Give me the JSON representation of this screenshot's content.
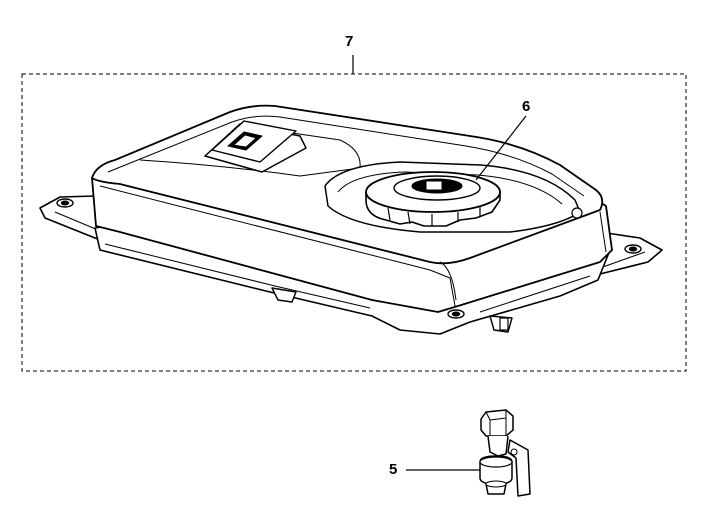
{
  "diagram": {
    "callouts": [
      {
        "id": "7",
        "label": "7"
      },
      {
        "id": "6",
        "label": "6"
      },
      {
        "id": "5",
        "label": "5"
      }
    ],
    "colors": {
      "line": "#000000",
      "fill": "#ffffff",
      "shade": "#e8e8e8"
    }
  }
}
